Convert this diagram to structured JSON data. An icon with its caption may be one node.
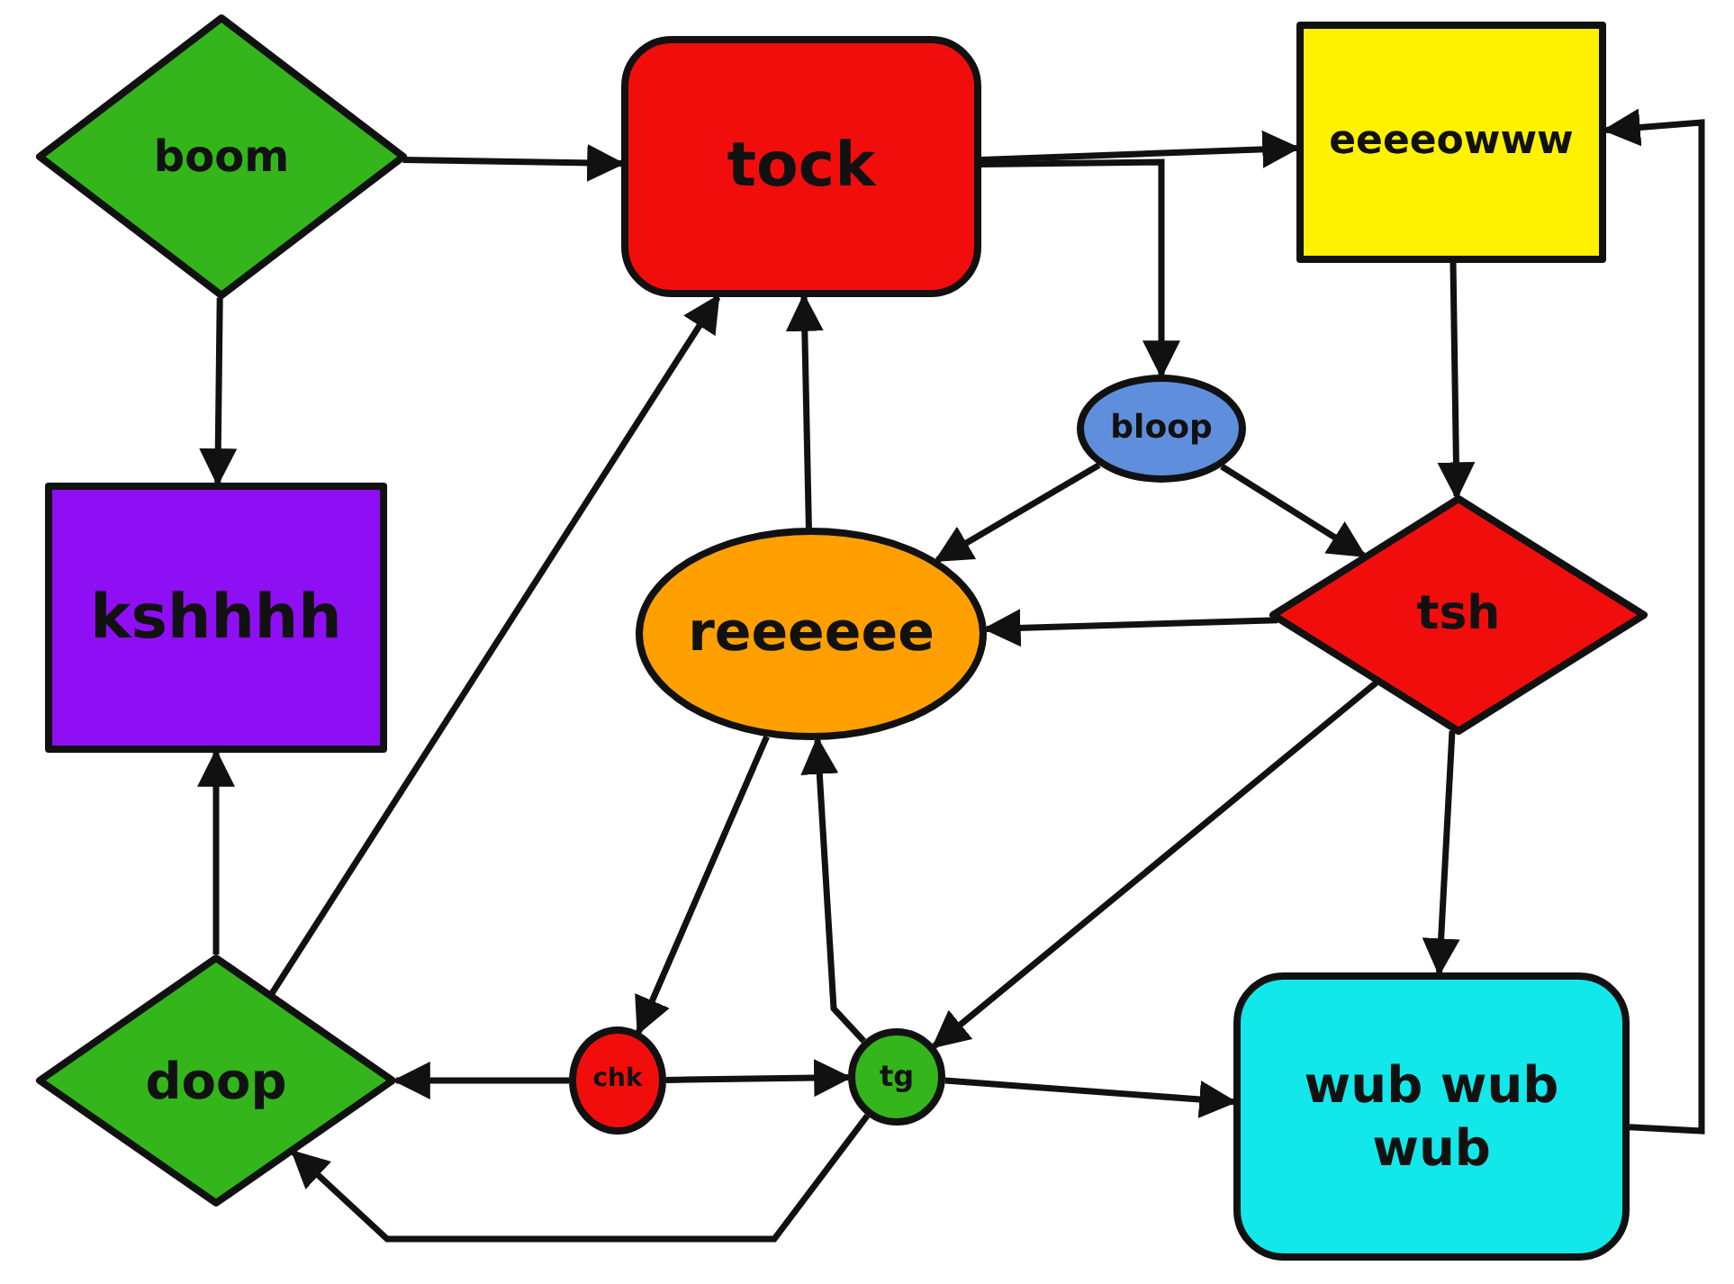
{
  "diagram": {
    "nodes": [
      {
        "text": [
          "boom"
        ]
      },
      {
        "text": [
          "tock"
        ]
      },
      {
        "text": [
          "eeeeowww"
        ]
      },
      {
        "text": [
          "kshhhh"
        ]
      },
      {
        "text": [
          "bloop"
        ]
      },
      {
        "text": [
          "reeeeee"
        ]
      },
      {
        "text": [
          "tsh"
        ]
      },
      {
        "text": [
          "doop"
        ]
      },
      {
        "text": [
          "chk"
        ]
      },
      {
        "text": [
          "tg"
        ]
      },
      {
        "text": [
          "wub wub wub"
        ]
      }
    ],
    "edges": [
      {
        "from": 0,
        "to": 1,
        "arrow": "to"
      },
      {
        "from": 0,
        "to": 3,
        "arrow": "to"
      },
      {
        "from": 1,
        "to": 2,
        "arrow": "to"
      },
      {
        "from": 1,
        "to": 4,
        "arrow": "to"
      },
      {
        "from": 2,
        "to": 6,
        "arrow": "to"
      },
      {
        "from": 4,
        "to": 5,
        "arrow": "to"
      },
      {
        "from": 4,
        "to": 6,
        "arrow": "to"
      },
      {
        "from": 6,
        "to": 5,
        "arrow": "to"
      },
      {
        "from": 5,
        "to": 1,
        "arrow": "to"
      },
      {
        "from": 7,
        "to": 1,
        "arrow": "to"
      },
      {
        "from": 7,
        "to": 3,
        "arrow": "to"
      },
      {
        "from": 5,
        "to": 8,
        "arrow": "to"
      },
      {
        "from": 6,
        "to": 9,
        "arrow": "to"
      },
      {
        "from": 6,
        "to": 10,
        "arrow": "to"
      },
      {
        "from": 8,
        "to": 7,
        "arrow": "to"
      },
      {
        "from": 8,
        "to": 9,
        "arrow": "to"
      },
      {
        "from": 9,
        "to": 5,
        "arrow": "to"
      },
      {
        "from": 9,
        "to": 10,
        "arrow": "to"
      },
      {
        "from": 9,
        "to": 7,
        "arrow": "to"
      },
      {
        "from": 10,
        "to": 2,
        "arrow": "to"
      }
    ]
  }
}
